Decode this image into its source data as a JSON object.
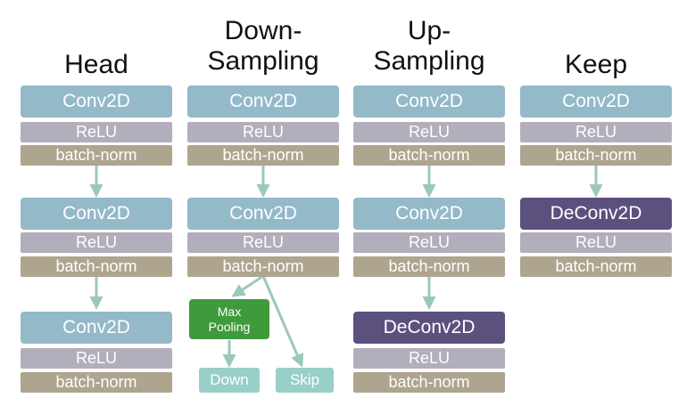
{
  "columns": {
    "head": {
      "title": "Head"
    },
    "down": {
      "title_line1": "Down-",
      "title_line2": "Sampling"
    },
    "up": {
      "title_line1": "Up-",
      "title_line2": "Sampling"
    },
    "keep": {
      "title": "Keep"
    }
  },
  "labels": {
    "conv": "Conv2D",
    "relu": "ReLU",
    "bn": "batch-norm",
    "deconv": "DeConv2D",
    "pool_line1": "Max",
    "pool_line2": "Pooling",
    "down": "Down",
    "skip": "Skip"
  },
  "colors": {
    "conv": "#94b9c8",
    "relu": "#b2aebb",
    "batch_norm": "#aea58e",
    "deconv": "#5b507e",
    "max_pooling": "#3f9a3c",
    "output": "#98cfc8",
    "arrow": "#9cc7bc"
  }
}
